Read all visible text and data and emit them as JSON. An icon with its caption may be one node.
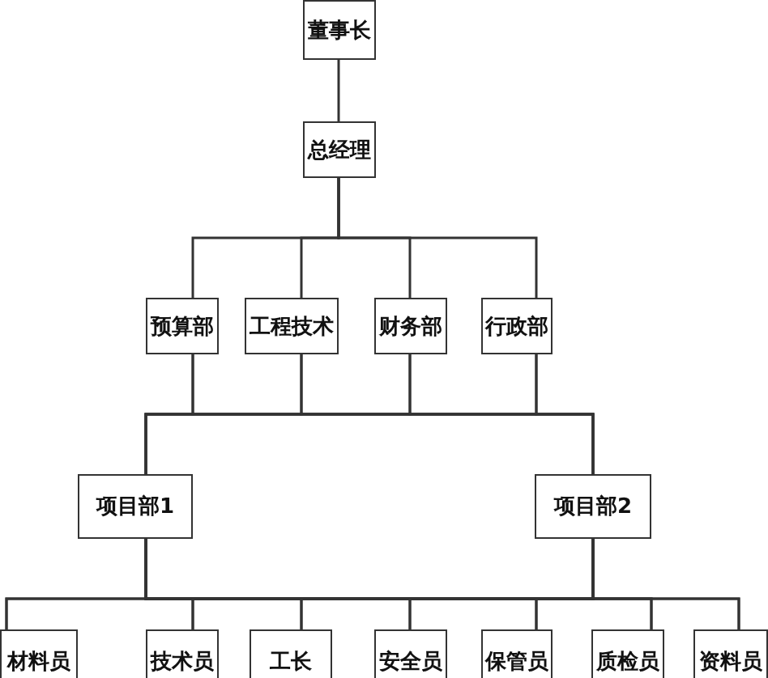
{
  "diagram": {
    "nodes": [
      {
        "text": [
          "董事长"
        ]
      },
      {
        "text": [
          "总经理"
        ]
      },
      {
        "text": [
          "预算部"
        ]
      },
      {
        "text": [
          "工程技术"
        ]
      },
      {
        "text": [
          "财务部"
        ]
      },
      {
        "text": [
          "行政部"
        ]
      },
      {
        "text": [
          "项目部1"
        ]
      },
      {
        "text": [
          "项目部2"
        ]
      },
      {
        "text": [
          "材料员"
        ]
      },
      {
        "text": [
          "技术员"
        ]
      },
      {
        "text": [
          "工长"
        ]
      },
      {
        "text": [
          "安全员"
        ]
      },
      {
        "text": [
          "保管员"
        ]
      },
      {
        "text": [
          "质检员"
        ]
      },
      {
        "text": [
          "资料员"
        ]
      }
    ],
    "edges": [
      {
        "from": 0,
        "to": 1,
        "arrow": "none"
      },
      {
        "from": 1,
        "to": 2,
        "arrow": "none"
      },
      {
        "from": 1,
        "to": 3,
        "arrow": "none"
      },
      {
        "from": 1,
        "to": 4,
        "arrow": "none"
      },
      {
        "from": 1,
        "to": 5,
        "arrow": "none"
      },
      {
        "from": 2,
        "to": 6,
        "arrow": "none"
      },
      {
        "from": 3,
        "to": 6,
        "arrow": "none"
      },
      {
        "from": 4,
        "to": 6,
        "arrow": "none"
      },
      {
        "from": 5,
        "to": 6,
        "arrow": "none"
      },
      {
        "from": 2,
        "to": 7,
        "arrow": "none"
      },
      {
        "from": 3,
        "to": 7,
        "arrow": "none"
      },
      {
        "from": 4,
        "to": 7,
        "arrow": "none"
      },
      {
        "from": 5,
        "to": 7,
        "arrow": "none"
      },
      {
        "from": 6,
        "to": 8,
        "arrow": "none"
      },
      {
        "from": 6,
        "to": 9,
        "arrow": "none"
      },
      {
        "from": 6,
        "to": 10,
        "arrow": "none"
      },
      {
        "from": 6,
        "to": 11,
        "arrow": "none"
      },
      {
        "from": 6,
        "to": 12,
        "arrow": "none"
      },
      {
        "from": 6,
        "to": 13,
        "arrow": "none"
      },
      {
        "from": 6,
        "to": 14,
        "arrow": "none"
      },
      {
        "from": 7,
        "to": 8,
        "arrow": "none"
      },
      {
        "from": 7,
        "to": 9,
        "arrow": "none"
      },
      {
        "from": 7,
        "to": 10,
        "arrow": "none"
      },
      {
        "from": 7,
        "to": 11,
        "arrow": "none"
      },
      {
        "from": 7,
        "to": 12,
        "arrow": "none"
      },
      {
        "from": 7,
        "to": 13,
        "arrow": "none"
      },
      {
        "from": 7,
        "to": 14,
        "arrow": "none"
      }
    ]
  }
}
